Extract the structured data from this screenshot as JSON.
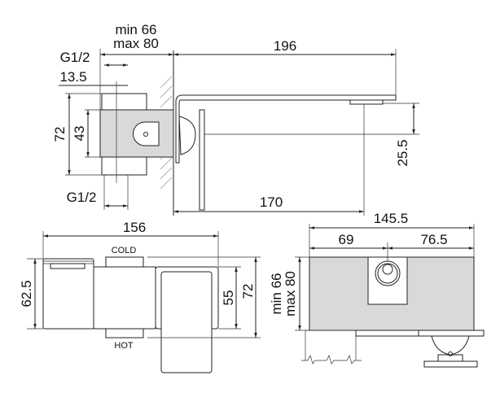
{
  "title": "Wall-mounted basin mixer technical drawing",
  "side_view": {
    "wall_depth_min": "min 66",
    "wall_depth_max": "max 80",
    "spout_projection": "196",
    "inlet_top": "G1/2",
    "inlet_offset": "13.5",
    "body_height": "72",
    "inlet_spacing": "43",
    "spout_drop": "25.5",
    "plate_to_outlet": "170",
    "inlet_bottom": "G1/2"
  },
  "front_view": {
    "total_width": "156",
    "spout_height": "62.5",
    "cold_label": "COLD",
    "hot_label": "HOT",
    "plate_height": "55",
    "body_height": "72"
  },
  "top_view": {
    "total_width": "145.5",
    "left_offset": "69",
    "right_offset": "76.5",
    "depth_min": "min 66",
    "depth_max": "max 80"
  }
}
